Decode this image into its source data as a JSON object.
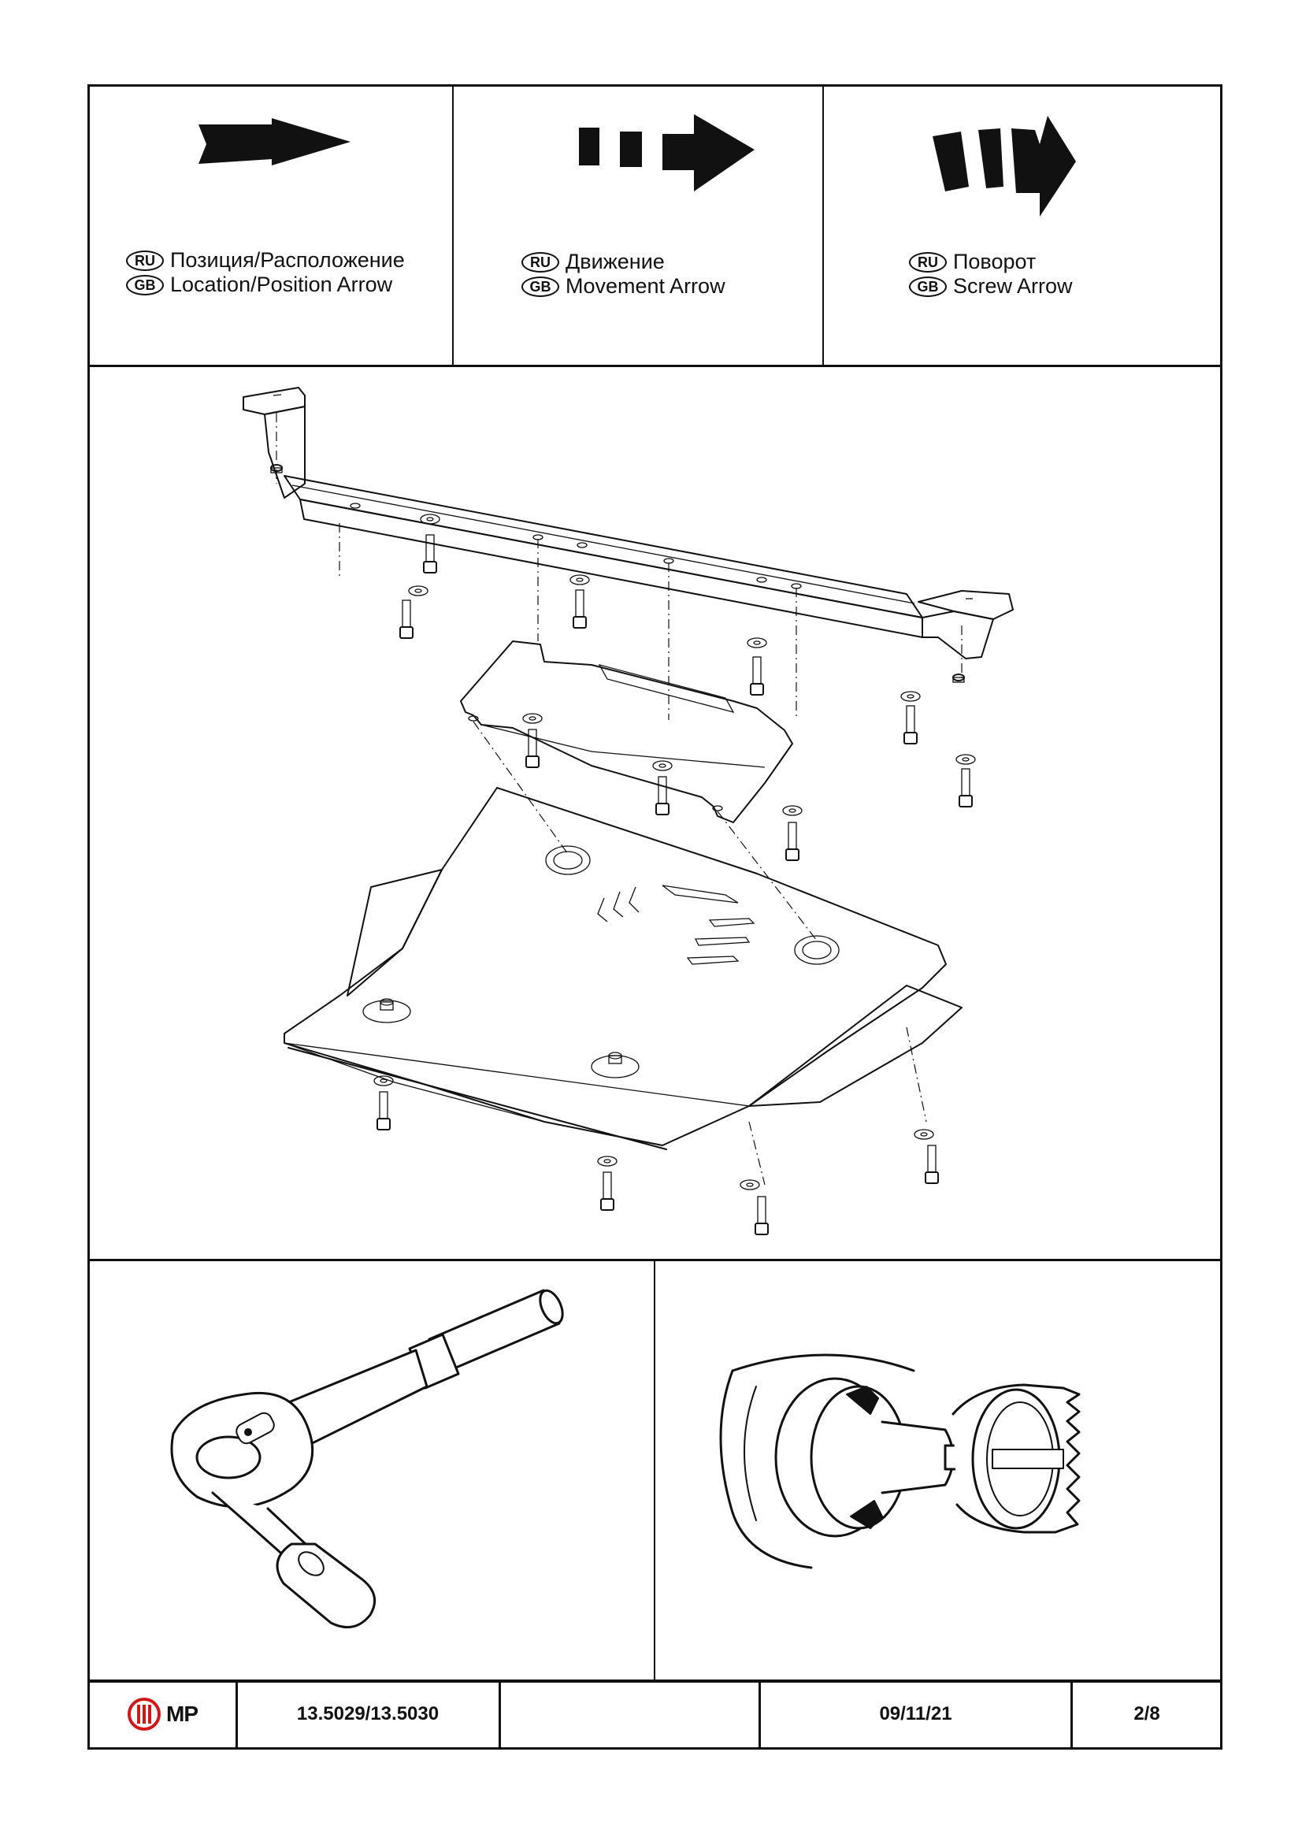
{
  "legend": [
    {
      "ru_badge": "RU",
      "gb_badge": "GB",
      "ru": "Позиция/Расположение",
      "gb": "Location/Position Arrow",
      "icon": "location-arrow-icon"
    },
    {
      "ru_badge": "RU",
      "gb_badge": "GB",
      "ru": "Движение",
      "gb": "Movement Arrow",
      "icon": "movement-arrow-icon"
    },
    {
      "ru_badge": "RU",
      "gb_badge": "GB",
      "ru": "Поворот",
      "gb": "Screw Arrow",
      "icon": "screw-arrow-icon"
    }
  ],
  "diagram": {
    "name": "skid-plate-exploded-view"
  },
  "tools": [
    {
      "icon": "ratchet-wrench-icon"
    },
    {
      "icon": "drill-hole-saw-icon"
    }
  ],
  "title_block": {
    "logo_text": "MP",
    "part_number": "13.5029/13.5030",
    "blank": "",
    "date": "09/11/21",
    "page": "2/8"
  }
}
